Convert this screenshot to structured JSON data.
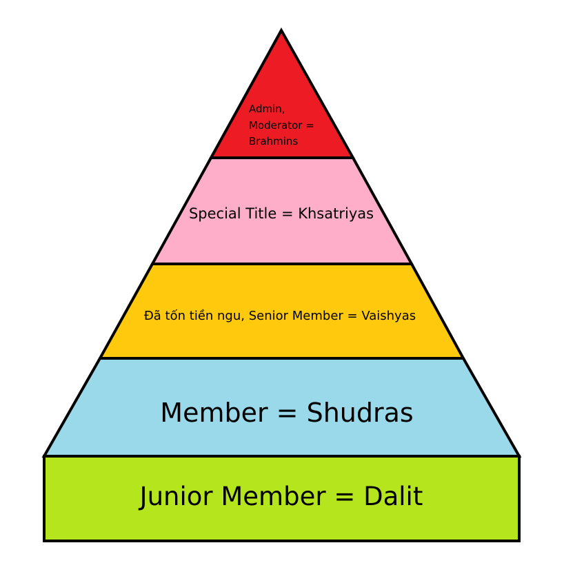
{
  "diagram": {
    "tiers": [
      {
        "lines": [
          "Admin,",
          "Moderator =",
          "Brahmins"
        ],
        "fill": "#ed1c24",
        "text_color": "#3a0000"
      },
      {
        "lines": [
          "Special Title = Khsatriyas"
        ],
        "fill": "#ffaec9",
        "text_color": "#000000"
      },
      {
        "lines": [
          "Đã tốn tiền ngu, Senior Member = Vaishyas"
        ],
        "fill": "#ffc90e",
        "text_color": "#000000"
      },
      {
        "lines": [
          "Member = Shudras"
        ],
        "fill": "#99d9ea",
        "text_color": "#000000"
      },
      {
        "lines": [
          "Junior Member = Dalit"
        ],
        "fill": "#b5e61d",
        "text_color": "#000000"
      }
    ]
  }
}
